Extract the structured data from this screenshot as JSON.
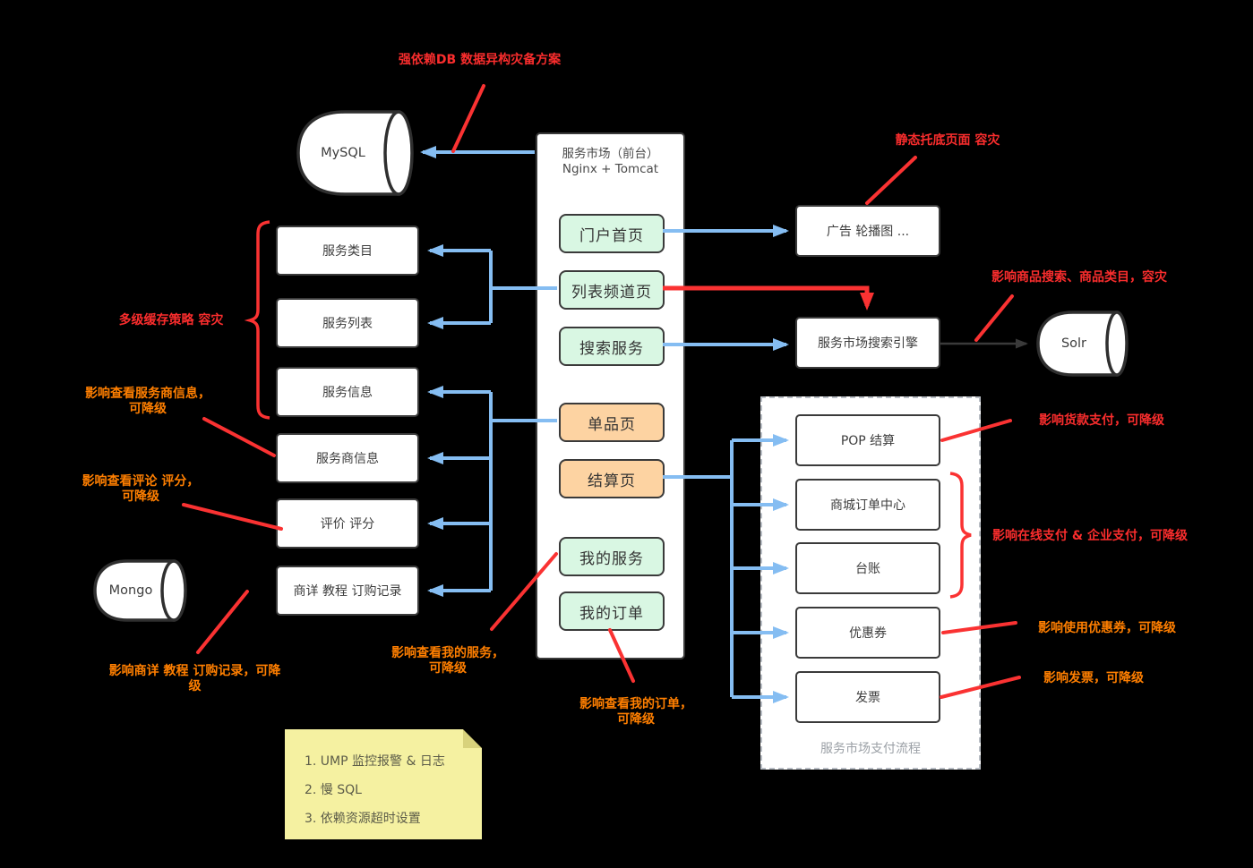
{
  "frontend": {
    "title_line1": "服务市场（前台）",
    "title_line2": "Nginx + Tomcat",
    "pages": [
      {
        "label": "门户首页"
      },
      {
        "label": "列表频道页"
      },
      {
        "label": "搜索服务"
      },
      {
        "label": "单品页"
      },
      {
        "label": "结算页"
      },
      {
        "label": "我的服务"
      },
      {
        "label": "我的订单"
      }
    ]
  },
  "left_services": [
    {
      "label": "服务类目"
    },
    {
      "label": "服务列表"
    },
    {
      "label": "服务信息"
    },
    {
      "label": "服务商信息"
    },
    {
      "label": "评价 评分"
    },
    {
      "label": "商详 教程 订购记录"
    }
  ],
  "right_nodes": {
    "ads": "广告 轮播图  ...",
    "search_engine": "服务市场搜索引擎"
  },
  "payment_flow": {
    "title": "服务市场支付流程",
    "nodes": [
      {
        "label": "POP 结算"
      },
      {
        "label": "商城订单中心"
      },
      {
        "label": "台账"
      },
      {
        "label": "优惠券"
      },
      {
        "label": "发票"
      }
    ]
  },
  "databases": {
    "mysql": "MySQL",
    "mongo": "Mongo",
    "solr": "Solr"
  },
  "annotations": {
    "db_disaster": "强依赖DB 数据异构灾备方案",
    "static_fallback": "静态托底页面 容灾",
    "search_impact": "影响商品搜索、商品类目，容灾",
    "cache_strategy": "多级缓存策略 容灾",
    "vendor_info_l1": "影响查看服务商信息，",
    "vendor_info_l2": "可降级",
    "review_score_l1": "影响查看评论 评分，",
    "review_score_l2": "可降级",
    "detail_records_l1": "影响商详 教程 订购记录，可降",
    "detail_records_l2": "级",
    "my_services_l1": "影响查看我的服务，",
    "my_services_l2": "可降级",
    "my_orders_l1": "影响查看我的订单，",
    "my_orders_l2": "可降级",
    "pop_payment": "影响货款支付，可降级",
    "online_payment": "影响在线支付 & 企业支付，可降级",
    "coupon": "影响使用优惠券，可降级",
    "invoice": "影响发票，可降级"
  },
  "note": {
    "lines": [
      "1. UMP 监控报警 & 日志",
      "2. 慢 SQL",
      "3. 依赖资源超时设置"
    ]
  },
  "colors": {
    "blue_arrow": "#85bdf2",
    "red_line": "#fa3232",
    "orange_text": "#ff7f00",
    "green_fill": "#d9f7e3",
    "orange_fill": "#fdd3a2",
    "note_fill": "#f5f1a1"
  }
}
